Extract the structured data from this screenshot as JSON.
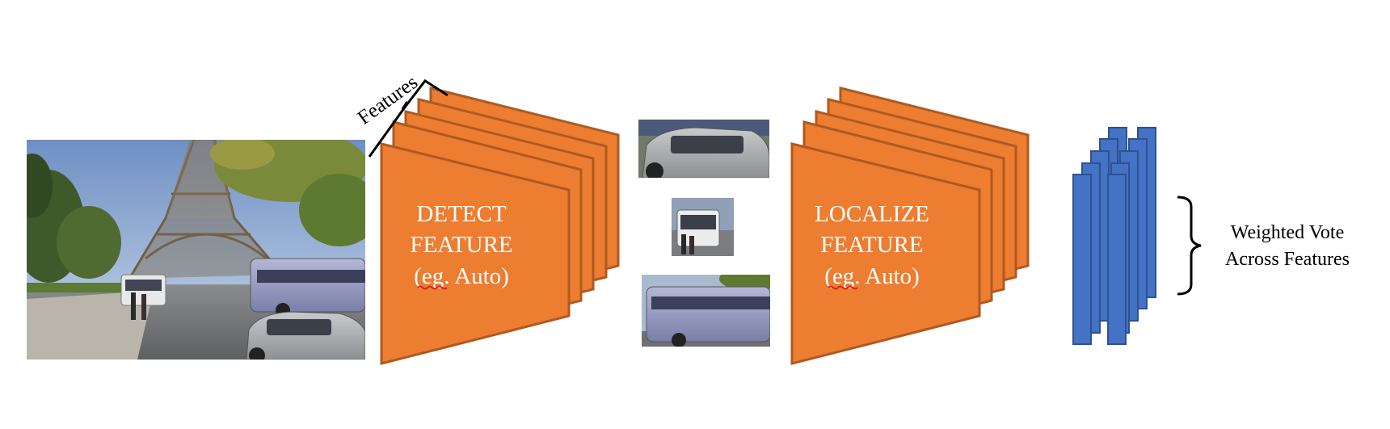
{
  "stage1": {
    "line1": "DETECT",
    "line2": "FEATURE",
    "line3_open": "(",
    "line3_underlined": "eg.",
    "line3_rest": " Auto)"
  },
  "stage2": {
    "line1": "LOCALIZE",
    "line2": "FEATURE",
    "line3_open": "(",
    "line3_underlined": "eg.",
    "line3_rest": " Auto)"
  },
  "features_label": "Features",
  "output": {
    "line1": "Weighted Vote",
    "line2": "Across Features"
  },
  "colors": {
    "orange_fill": "#ED7D31",
    "orange_stroke": "#AE5A21",
    "blue_fill": "#4472C4",
    "blue_stroke": "#2F528F",
    "spellcheck_underline": "#E02020"
  },
  "icons": {
    "input_photo": "street-scene-photo",
    "crops": [
      "car-crop-photo",
      "bus-front-crop-photo",
      "bus-side-crop-photo"
    ]
  }
}
